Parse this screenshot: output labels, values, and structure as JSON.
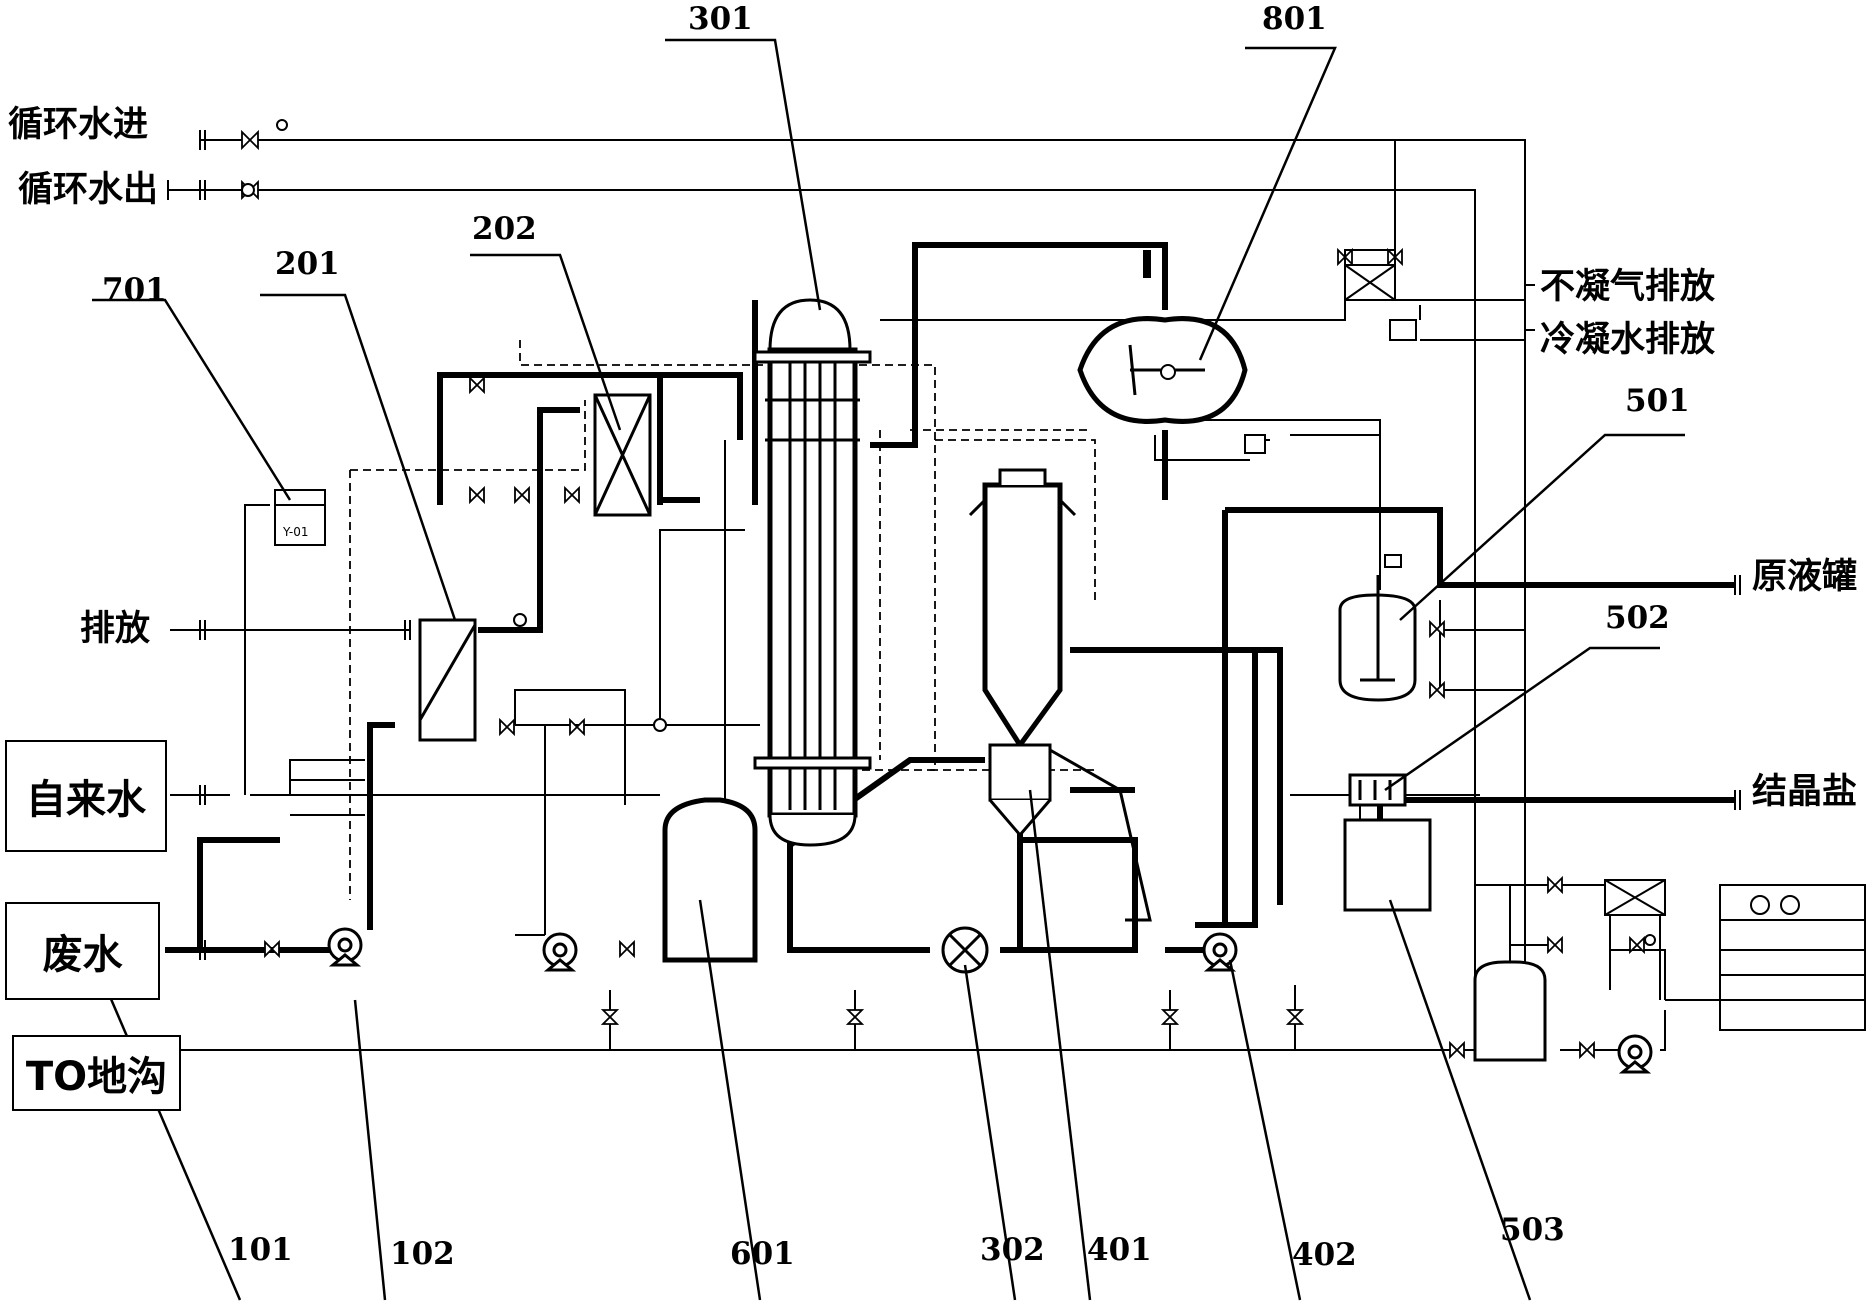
{
  "streams": {
    "circ_water_in": "循环水进",
    "circ_water_out": "循环水出",
    "drain": "排放",
    "noncondensable_vent": "不凝气排放",
    "condensate_drain": "冷凝水排放",
    "raw_liquid_tank": "原液罐",
    "crystal_salt": "结晶盐"
  },
  "boxes": {
    "tap_water": "自来水",
    "wastewater": "废水",
    "to_drain": "TO地沟"
  },
  "callouts": {
    "c301": "301",
    "c801": "801",
    "c202": "202",
    "c201": "201",
    "c701": "701",
    "c501": "501",
    "c502": "502",
    "c101": "101",
    "c102": "102",
    "c601": "601",
    "c302": "302",
    "c401": "401",
    "c402": "402",
    "c503": "503"
  },
  "internal": {
    "filter_tag": "Y-01"
  }
}
